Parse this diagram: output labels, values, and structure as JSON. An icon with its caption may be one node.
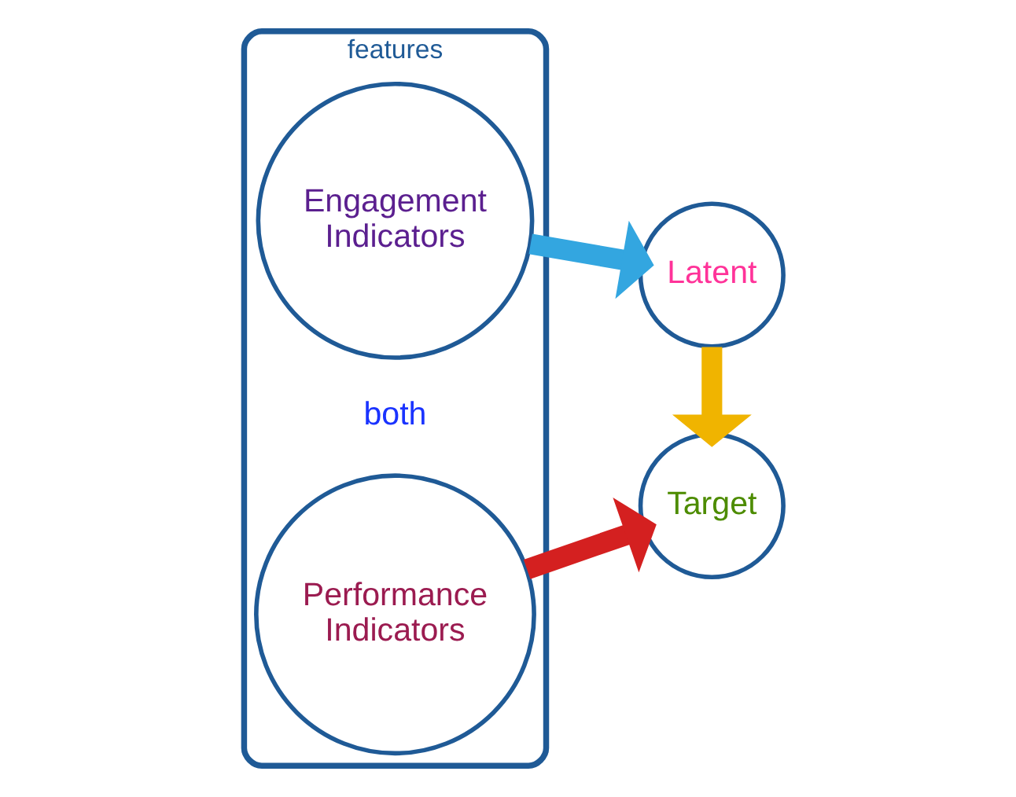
{
  "diagram": {
    "nodes": [
      {
        "text": [
          "features"
        ]
      },
      {
        "text": [
          "Engagement Indicators"
        ],
        "in": 0
      },
      {
        "text": [
          "Performance Indicators"
        ],
        "in": 0
      },
      {
        "text": [
          "Latent"
        ]
      },
      {
        "text": [
          "Target"
        ]
      }
    ],
    "edges": [
      {
        "from": 1,
        "to": 3,
        "arrow": "to",
        "color": "#33a6e0"
      },
      {
        "from": 2,
        "to": 4,
        "arrow": "to",
        "color": "#d42020"
      },
      {
        "from": 3,
        "to": 4,
        "arrow": "to",
        "color": "#f0b400"
      }
    ],
    "labels": [
      "both"
    ]
  }
}
